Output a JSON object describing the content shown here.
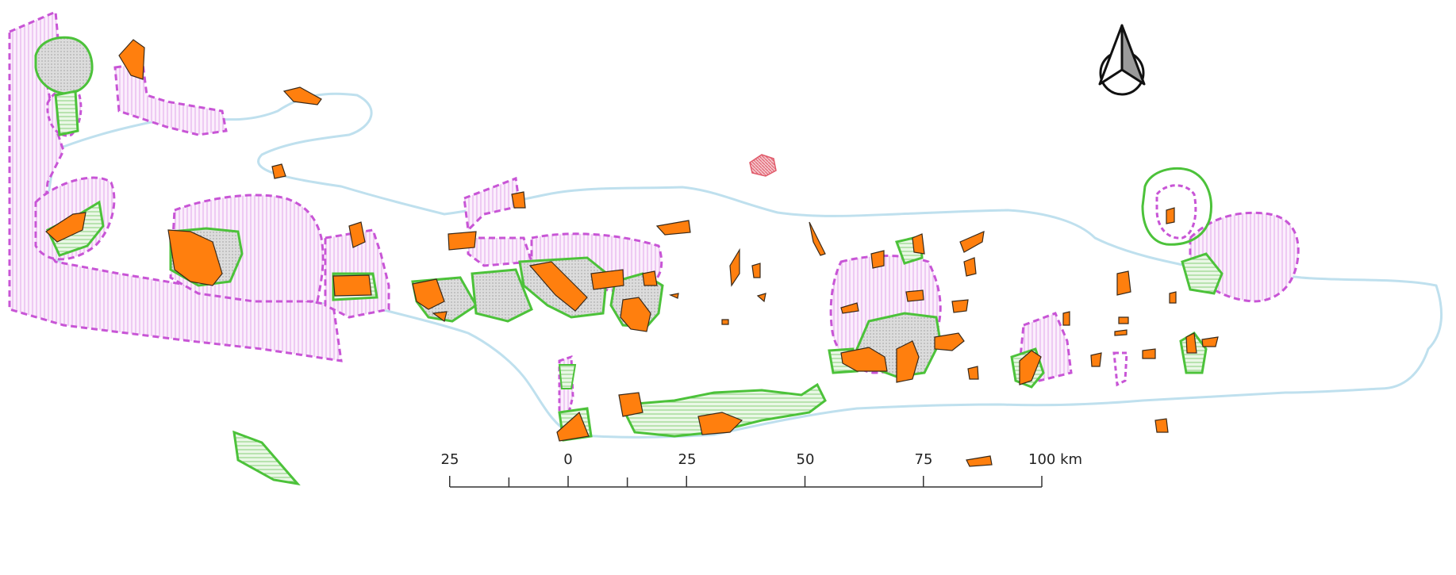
{
  "map": {
    "north_arrow": {
      "icon": "north-arrow-icon"
    },
    "scalebar": {
      "labels": [
        "25",
        "0",
        "25",
        "50",
        "75",
        "100 km"
      ],
      "values": [
        -25,
        0,
        25,
        50,
        75,
        100
      ],
      "unit": "km"
    },
    "colors": {
      "orange_areas": "#ff7f0e",
      "green_outline": "#4cc23a",
      "magenta_dashed": "#c855d6",
      "magenta_fill": "#f3dcf5",
      "coastline": "#bfe0ee",
      "hatch_gray": "#c9c9c9",
      "red_small": "#e05a6a"
    }
  }
}
